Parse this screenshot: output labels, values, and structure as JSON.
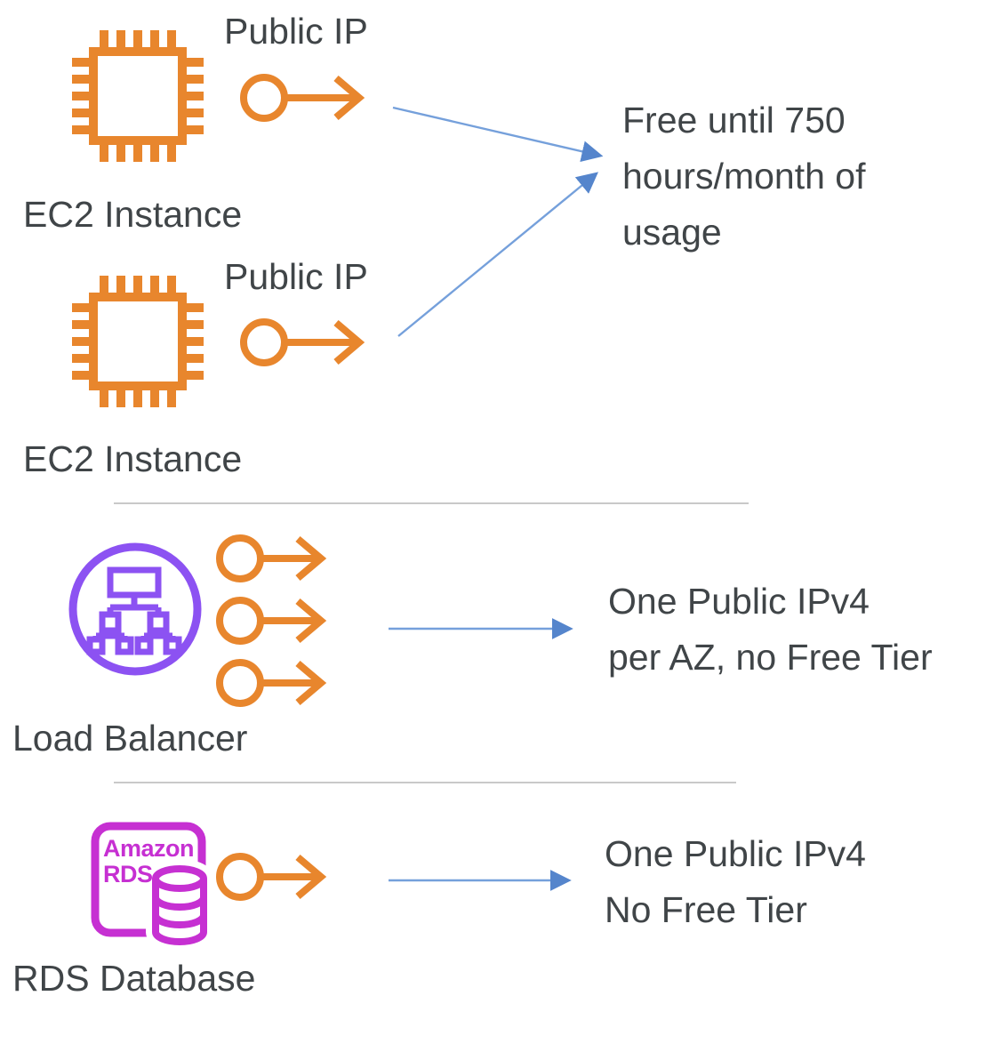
{
  "colors": {
    "orange": "#E8862D",
    "purple": "#8C52F2",
    "magenta": "#C630D2",
    "arrow_blue": "#75A0DB",
    "arrowhead_blue": "#5585CC",
    "text_gray": "#404548",
    "divider_gray": "#C9C9C9"
  },
  "ec2_1": {
    "public_ip_label": "Public IP",
    "label": "EC2 Instance"
  },
  "ec2_2": {
    "public_ip_label": "Public IP",
    "label": "EC2 Instance"
  },
  "free_note": {
    "line1": "Free until 750",
    "line2": "hours/month of",
    "line3": "usage"
  },
  "load_balancer": {
    "label": "Load Balancer",
    "note_line1": "One Public IPv4",
    "note_line2": "per AZ, no Free Tier"
  },
  "rds": {
    "badge_line1": "Amazon",
    "badge_line2": "RDS",
    "label": "RDS Database",
    "note_line1": "One Public IPv4",
    "note_line2": "No Free Tier"
  }
}
